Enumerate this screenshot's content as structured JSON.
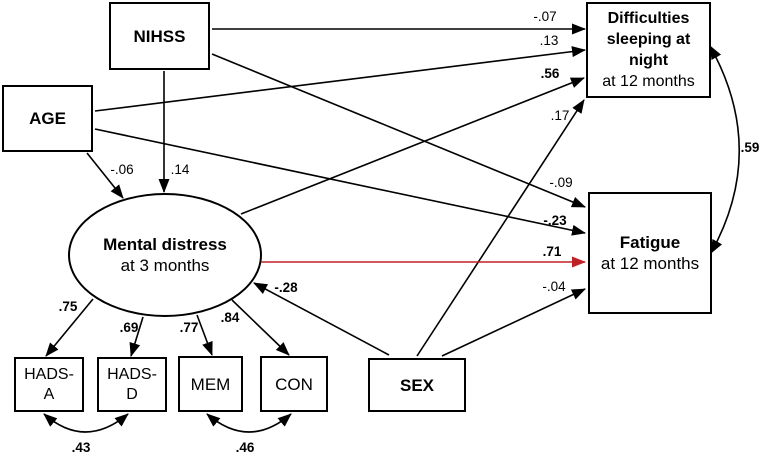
{
  "figure": {
    "type": "SEM path diagram",
    "background_color": "#ffffff",
    "line_color": "#000000",
    "highlight_color": "#bf2026"
  },
  "nodes": {
    "nihss": {
      "label": "NIHSS",
      "shape": "rectangle"
    },
    "age": {
      "label": "AGE",
      "shape": "rectangle"
    },
    "sex": {
      "label": "SEX",
      "shape": "rectangle"
    },
    "mental_distress": {
      "title": "Mental distress",
      "subtitle": "at 3 months",
      "shape": "ellipse"
    },
    "sleep": {
      "title": "Difficulties sleeping at night",
      "subtitle": "at 12 months",
      "shape": "rectangle"
    },
    "fatigue": {
      "title": "Fatigue",
      "subtitle": "at 12 months",
      "shape": "rectangle"
    },
    "hads_a": {
      "label": "HADS-A",
      "lines": [
        "HADS-",
        "A"
      ],
      "shape": "rectangle"
    },
    "hads_d": {
      "label": "HADS-D",
      "lines": [
        "HADS-",
        "D"
      ],
      "shape": "rectangle"
    },
    "mem": {
      "label": "MEM",
      "shape": "rectangle"
    },
    "con": {
      "label": "CON",
      "shape": "rectangle"
    }
  },
  "paths": {
    "nihss_sleep": {
      "from": "NIHSS",
      "to": "Difficulties sleeping at night",
      "value": "-.07",
      "bold": false
    },
    "age_sleep": {
      "from": "AGE",
      "to": "Difficulties sleeping at night",
      "value": ".13",
      "bold": false
    },
    "distress_sleep": {
      "from": "Mental distress",
      "to": "Difficulties sleeping at night",
      "value": ".56",
      "bold": true
    },
    "sex_sleep": {
      "from": "SEX",
      "to": "Difficulties sleeping at night",
      "value": ".17",
      "bold": false
    },
    "nihss_fatigue": {
      "from": "NIHSS",
      "to": "Fatigue",
      "value": "-.09",
      "bold": false
    },
    "age_fatigue": {
      "from": "AGE",
      "to": "Fatigue",
      "value": "-.23",
      "bold": true
    },
    "distress_fatigue": {
      "from": "Mental distress",
      "to": "Fatigue",
      "value": ".71",
      "bold": true,
      "highlighted_red": true
    },
    "sex_fatigue": {
      "from": "SEX",
      "to": "Fatigue",
      "value": "-.04",
      "bold": false
    },
    "sex_distress": {
      "from": "SEX",
      "to": "Mental distress",
      "value": "-.28",
      "bold": true
    },
    "nihss_distress": {
      "from": "NIHSS",
      "to": "Mental distress",
      "value": ".14",
      "bold": false
    },
    "age_distress": {
      "from": "AGE",
      "to": "Mental distress",
      "value": "-.06",
      "bold": false
    },
    "distress_hads_a": {
      "from": "Mental distress",
      "to": "HADS-A",
      "value": ".75",
      "bold": true
    },
    "distress_hads_d": {
      "from": "Mental distress",
      "to": "HADS-D",
      "value": ".69",
      "bold": true
    },
    "distress_mem": {
      "from": "Mental distress",
      "to": "MEM",
      "value": ".77",
      "bold": true
    },
    "distress_con": {
      "from": "Mental distress",
      "to": "CON",
      "value": ".84",
      "bold": true
    }
  },
  "covariances": {
    "hadsa_hadsd": {
      "between": [
        "HADS-A",
        "HADS-D"
      ],
      "value": ".43",
      "bold": true
    },
    "mem_con": {
      "between": [
        "MEM",
        "CON"
      ],
      "value": ".46",
      "bold": true
    },
    "sleep_fatigue": {
      "between": [
        "Difficulties sleeping at night",
        "Fatigue"
      ],
      "value": ".59",
      "bold": true
    }
  }
}
